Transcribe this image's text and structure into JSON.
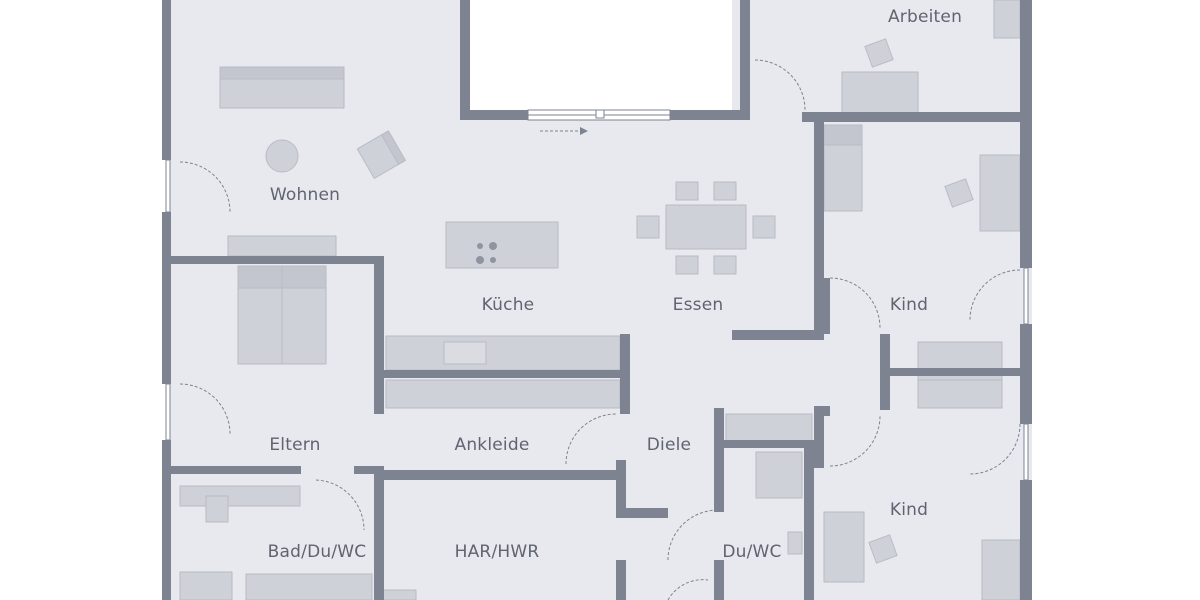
{
  "colors": {
    "floor": "#e8e9ee",
    "wall": "#7d8391",
    "furniture": "#cfd1d8",
    "furniture_edge": "#b9bcc5",
    "door_arc": "#7d8391",
    "background": "#ffffff",
    "label": "#5f6470"
  },
  "rooms": {
    "wohnen": "Wohnen",
    "arbeiten": "Arbeiten",
    "kueche": "Küche",
    "essen": "Essen",
    "kind_1": "Kind",
    "kind_2": "Kind",
    "eltern": "Eltern",
    "ankleide": "Ankleide",
    "diele": "Diele",
    "bad": "Bad/Du/WC",
    "har": "HAR/HWR",
    "du_wc": "Du/WC"
  }
}
